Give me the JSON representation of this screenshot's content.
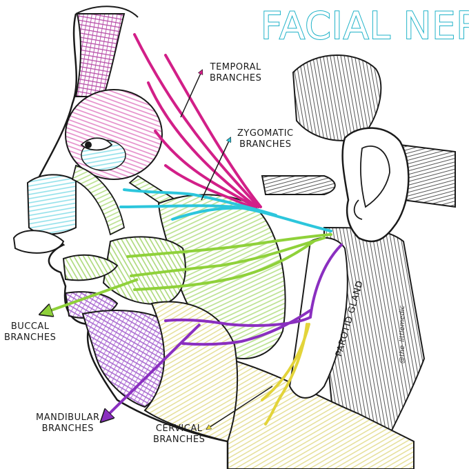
{
  "title": "FACIAL NERVE",
  "labels": {
    "temporal": {
      "line1": "TEMPORAL",
      "line2": "BRANCHES"
    },
    "zygomatic": {
      "line1": "ZYGOMATIC",
      "line2": "BRANCHES"
    },
    "buccal": {
      "line1": "BUCCAL",
      "line2": "BRANCHES"
    },
    "mandibular": {
      "line1": "MANDIBULAR",
      "line2": "BRANCHES"
    },
    "cervical": {
      "line1": "CERVICAL",
      "line2": "BRANCHES"
    },
    "parotid": "PAROTID GLAND"
  },
  "credit": "@the_littlemedic",
  "colors": {
    "title": "#1fb2c8",
    "temporal": "#d21f88",
    "zygomatic": "#2cc6dc",
    "buccal": "#8fd13a",
    "mandibular": "#8a2fc0",
    "cervical": "#e3d43a",
    "outline": "#1a1a1a",
    "muscle_pink": "#e489c8",
    "muscle_green": "#b7e08a",
    "muscle_cyan": "#8fe0ea",
    "muscle_yellow": "#efe7a8",
    "muscle_purple": "#a867d0"
  }
}
